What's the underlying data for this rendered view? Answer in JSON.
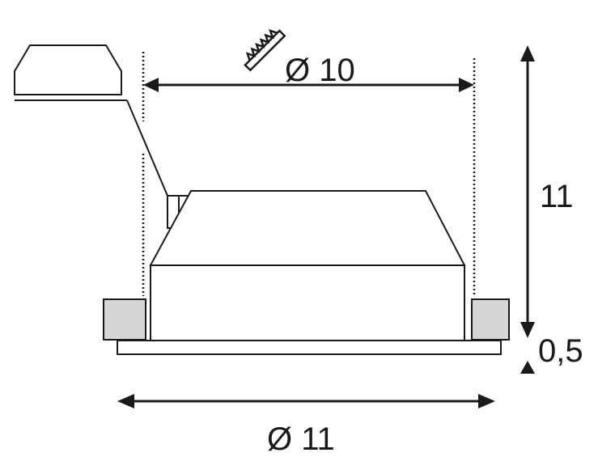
{
  "diagram": {
    "cutout_diameter_label": "Ø 10",
    "outer_diameter_label": "Ø 11",
    "height_label": "11",
    "flange_thickness_label": "0,5",
    "saw_icon": "saw-icon",
    "colors": {
      "line": "#1a1a1a",
      "ceiling_fill": "#d6d6d6",
      "body_fill": "#ffffff"
    }
  }
}
